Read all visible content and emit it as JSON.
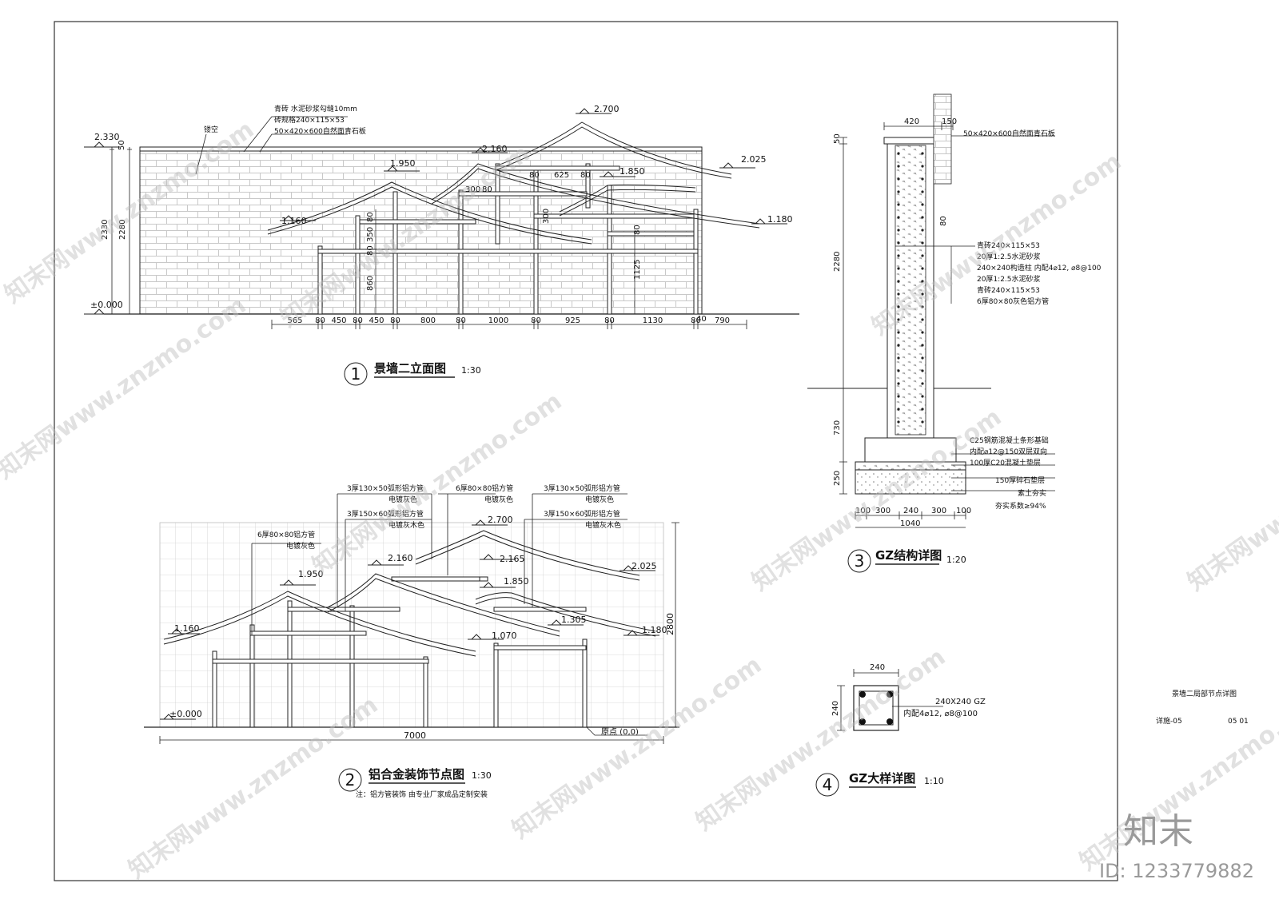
{
  "sheet": {
    "title_block": {
      "name": "景墙二局部节点详图",
      "code": "详施-05",
      "page": "05  01"
    },
    "watermark": "知末网www.znzmo.com",
    "logo": "知末",
    "id_text": "ID: 1233779882"
  },
  "drawings": {
    "d1": {
      "number": "1",
      "title": "景墙二立面图",
      "scale": "1:30",
      "elev_2330": "2.330",
      "elev_000": "±0.000",
      "elevs": [
        "1.160",
        "1.950",
        "2.160",
        "2.700",
        "2.025",
        "1.850",
        "1.180"
      ],
      "leader_lines": [
        "青砖 水泥砂浆勾缝10mm",
        "砖规格240×115×53",
        "50×420×600自然面青石板"
      ],
      "hollow": "镂空",
      "vdims": [
        "50",
        "2330",
        "2280"
      ],
      "inner_dims": [
        "300",
        "80",
        "80",
        "625",
        "80",
        "300",
        "80",
        "350",
        "80",
        "860",
        "80",
        "1125"
      ],
      "bottom_dims": [
        "565",
        "80",
        "450",
        "80",
        "450",
        "80",
        "800",
        "80",
        "1000",
        "80",
        "925",
        "80",
        "1130",
        "80",
        "790"
      ],
      "dim_40": "40"
    },
    "d2": {
      "number": "2",
      "title": "铝合金装饰节点图",
      "scale": "1:30",
      "note": "注：铝方管装饰 由专业厂家成品定制安装",
      "elevs": [
        "1.160",
        "1.950",
        "2.160",
        "2.700",
        "2.165",
        "2.025",
        "1.850",
        "1.305",
        "1.070",
        "1.180"
      ],
      "elev_000": "±0.000",
      "labels": [
        "3厚130×50弧形铝方管",
        "电镀灰色",
        "3厚150×60弧形铝方管",
        "电镀灰木色",
        "6厚80×80铝方管",
        "电镀灰色",
        "3厚130×50弧形铝方管",
        "电镀灰色",
        "3厚150×60弧形铝方管",
        "电镀灰木色",
        "6厚80×80铝方管",
        "电镀灰色"
      ],
      "dim_width": "7000",
      "dim_height": "2800",
      "origin": "原点 (0,0)"
    },
    "d3": {
      "number": "3",
      "title": "GZ结构详图",
      "scale": "1:20",
      "top_dims": [
        "420",
        "150"
      ],
      "vdims": [
        "50",
        "2280",
        "730",
        "250",
        "80"
      ],
      "layers": [
        "青砖240×115×53",
        "20厚1:2.5水泥砂浆",
        "240×240构造柱 内配4⌀12, ⌀8@100",
        "20厚1:2.5水泥砂浆",
        "青砖240×115×53",
        "6厚80×80灰色铝方管"
      ],
      "cap": "50×420×600自然面青石板",
      "found": [
        "C25钢筋混凝土条形基础",
        "内配⌀12@150双层双向",
        "100厚C20混凝土垫层",
        "150厚碎石垫层",
        "素土夯实",
        "夯实系数≥94%"
      ],
      "bottom_dims": [
        "100",
        "300",
        "240",
        "300",
        "100"
      ],
      "total": "1040"
    },
    "d4": {
      "number": "4",
      "title": "GZ大样详图",
      "scale": "1:10",
      "dim": "240",
      "dim_v": "240",
      "label1": "240X240 GZ",
      "label2": "内配4⌀12, ⌀8@100"
    }
  }
}
